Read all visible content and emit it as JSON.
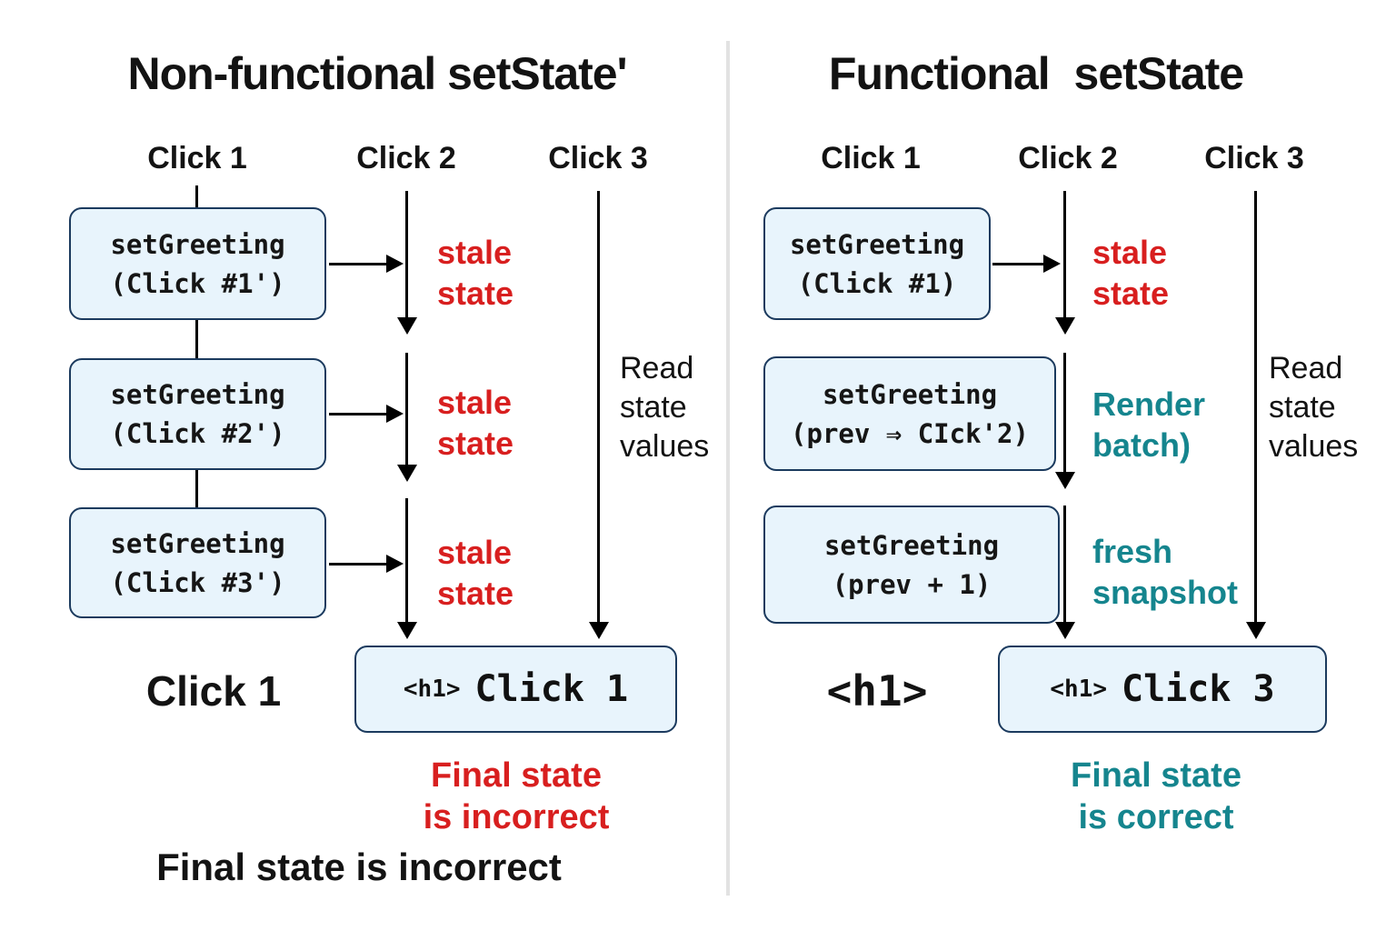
{
  "colors": {
    "red": "#d81f1f",
    "teal": "#15858e",
    "box_fill": "#e8f4fc",
    "box_border": "#1b3a5e",
    "line_black": "#000000",
    "divider_gray": "#e2e2e2",
    "text": "#131313"
  },
  "left": {
    "title": "Non-functional setState'",
    "columns": [
      "Click 1",
      "Click 2",
      "Click 3"
    ],
    "boxes": [
      {
        "line1": "setGreeting",
        "line2": "(Click #1')"
      },
      {
        "line1": "setGreeting",
        "line2": "(Click #2')"
      },
      {
        "line1": "setGreeting",
        "line2": "(Click #3')"
      }
    ],
    "stale_labels": [
      {
        "line1": "stale",
        "line2": "state"
      },
      {
        "line1": "stale",
        "line2": "state"
      },
      {
        "line1": "stale",
        "line2": "state"
      }
    ],
    "read_note": {
      "line1": "Read",
      "line2": "state",
      "line3": "values"
    },
    "result_label": "Click 1",
    "result_box": {
      "tag": "<h1>",
      "value": "Click 1"
    },
    "verdict": {
      "line1": "Final state",
      "line2": "is incorrect"
    },
    "footer": "Final state is incorrect"
  },
  "right": {
    "title": "Functional setState",
    "columns": [
      "Click 1",
      "Click 2",
      "Click 3"
    ],
    "boxes": [
      {
        "line1": "setGreeting",
        "line2": "(Click #1)"
      },
      {
        "line1": "setGreeting",
        "line2": "(prev ⇒ CIck'2)"
      },
      {
        "line1": "setGreeting",
        "line2": "(prev + 1)"
      }
    ],
    "stale_label": {
      "line1": "stale",
      "line2": "state"
    },
    "render_note": {
      "line1": "Render",
      "line2": "batch)"
    },
    "fresh_note": {
      "line1": "fresh",
      "line2": "snapshot"
    },
    "read_note": {
      "line1": "Read",
      "line2": "state",
      "line3": "values"
    },
    "result_label": "<h1>",
    "result_box": {
      "tag": "<h1>",
      "value": "Click 3"
    },
    "verdict": {
      "line1": "Final state",
      "line2": "is correct"
    }
  }
}
